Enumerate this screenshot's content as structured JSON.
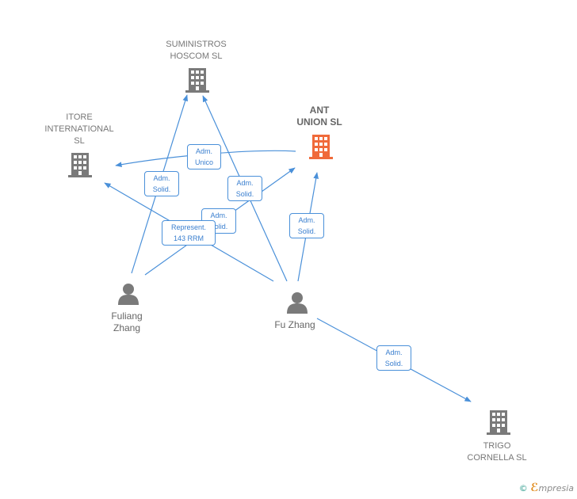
{
  "colors": {
    "edge": "#4a90d9",
    "building": "#7a7a7a",
    "main_building": "#f06a3a",
    "person": "#7a7a7a"
  },
  "nodes": {
    "suministros": {
      "label": "SUMINISTROS\nHOSCOM  SL",
      "icon": "building-icon"
    },
    "ant_union": {
      "label": "ANT\nUNION  SL",
      "icon": "building-icon"
    },
    "itore": {
      "label": "ITORE\nINTERNATIONAL\nSL",
      "icon": "building-icon"
    },
    "trigo": {
      "label": "TRIGO\nCORNELLA  SL",
      "icon": "building-icon"
    },
    "fuliang": {
      "label": "Fuliang\nZhang",
      "icon": "person-icon"
    },
    "fu_zhang": {
      "label": "Fu Zhang",
      "icon": "person-icon"
    }
  },
  "edges": {
    "adm_unico": "Adm.\nUnico",
    "fuliang_suministros": "Adm.\nSolid.",
    "fuzhang_suministros": "Adm.\nSolid.",
    "fuliang_antunion": "Adm.\nSolid.",
    "represent": "Represent.\n143 RRM",
    "fuzhang_antunion": "Adm.\nSolid.",
    "fuzhang_trigo": "Adm.\nSolid."
  },
  "watermark": {
    "copyright": "©",
    "brand_initial": "ℰ",
    "brand": "mpresia"
  }
}
